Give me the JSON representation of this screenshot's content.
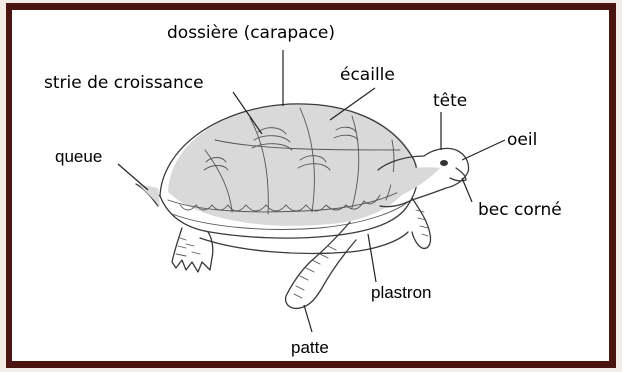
{
  "labels": {
    "dossiere": "dossière (carapace)",
    "strie": "strie de croissance",
    "ecaille": "écaille",
    "tete": "tête",
    "oeil": "oeil",
    "queue": "queue",
    "bec": "bec corné",
    "plastron": "plastron",
    "patte": "patte"
  },
  "colors": {
    "frame": "#4a1410",
    "background": "#ffffff",
    "page": "#f3ebe6"
  }
}
